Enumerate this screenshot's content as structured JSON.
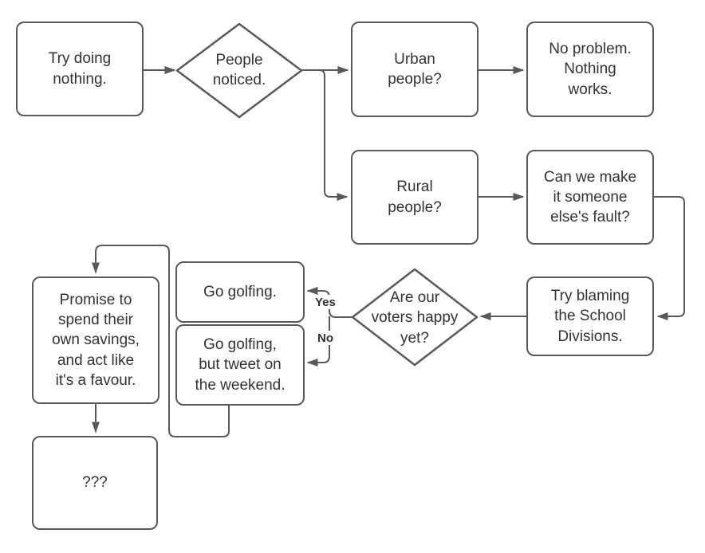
{
  "colors": {
    "stroke": "#595959",
    "text": "#333333",
    "background": "#ffffff"
  },
  "nodes": {
    "try_nothing": {
      "type": "rounded-rect",
      "label": "Try doing\nnothing."
    },
    "people_noticed": {
      "type": "diamond",
      "label": "People\nnoticed."
    },
    "urban": {
      "type": "rounded-rect",
      "label": "Urban\npeople?"
    },
    "no_problem": {
      "type": "rounded-rect",
      "label": "No problem.\nNothing\nworks."
    },
    "rural": {
      "type": "rounded-rect",
      "label": "Rural\npeople?"
    },
    "fault": {
      "type": "rounded-rect",
      "label": "Can we make\nit someone\nelse's fault?"
    },
    "blame": {
      "type": "rounded-rect",
      "label": "Try blaming\nthe School\nDivisions."
    },
    "voters_happy": {
      "type": "diamond",
      "label": "Are our\nvoters happy\nyet?"
    },
    "golf": {
      "type": "rounded-rect",
      "label": "Go golfing."
    },
    "golf_tweet": {
      "type": "rounded-rect",
      "label": "Go golfing,\nbut tweet on\nthe weekend."
    },
    "promise": {
      "type": "rounded-rect",
      "label": "Promise to\nspend their\nown savings,\nand act like\nit's a favour."
    },
    "unknown": {
      "type": "rounded-rect",
      "label": "???"
    }
  },
  "edge_labels": {
    "yes": "Yes",
    "no": "No"
  },
  "edges": [
    {
      "from": "try_nothing",
      "to": "people_noticed"
    },
    {
      "from": "people_noticed",
      "to": "urban"
    },
    {
      "from": "people_noticed",
      "to": "rural"
    },
    {
      "from": "urban",
      "to": "no_problem"
    },
    {
      "from": "rural",
      "to": "fault"
    },
    {
      "from": "fault",
      "to": "blame"
    },
    {
      "from": "blame",
      "to": "voters_happy"
    },
    {
      "from": "voters_happy",
      "to": "golf",
      "label": "Yes"
    },
    {
      "from": "voters_happy",
      "to": "golf_tweet",
      "label": "No"
    },
    {
      "from": "golf_tweet",
      "to": "promise"
    },
    {
      "from": "promise",
      "to": "unknown"
    }
  ]
}
